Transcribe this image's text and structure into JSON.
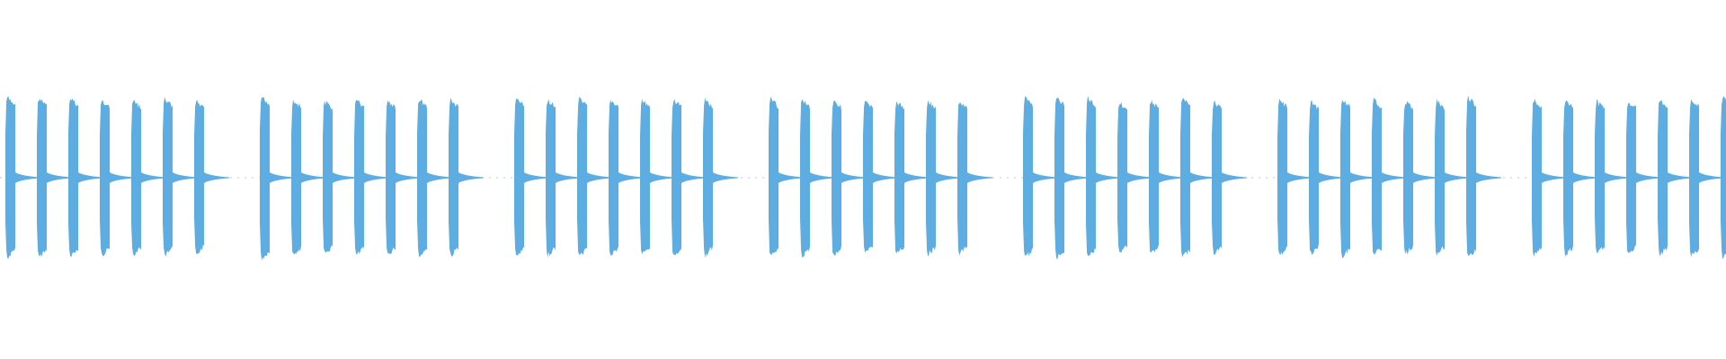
{
  "waveform": {
    "color": "#5dade2",
    "background": "#ffffff",
    "group_count": 7,
    "bursts_per_group": 7,
    "burst_amplitudes": [
      [
        0.98,
        0.97,
        0.97,
        0.95,
        0.94,
        0.96,
        0.93
      ],
      [
        0.99,
        0.95,
        0.93,
        0.95,
        0.94,
        0.96,
        0.95
      ],
      [
        0.97,
        0.95,
        0.96,
        0.95,
        0.94,
        0.96,
        0.95
      ],
      [
        0.96,
        0.96,
        0.95,
        0.93,
        0.93,
        0.94,
        0.93
      ],
      [
        0.98,
        0.98,
        0.97,
        0.92,
        0.94,
        0.97,
        0.93
      ],
      [
        0.95,
        0.93,
        0.96,
        0.95,
        0.93,
        0.94,
        0.98
      ],
      [
        0.95,
        0.95,
        0.93,
        0.94,
        0.95,
        0.96,
        0.98
      ]
    ]
  }
}
